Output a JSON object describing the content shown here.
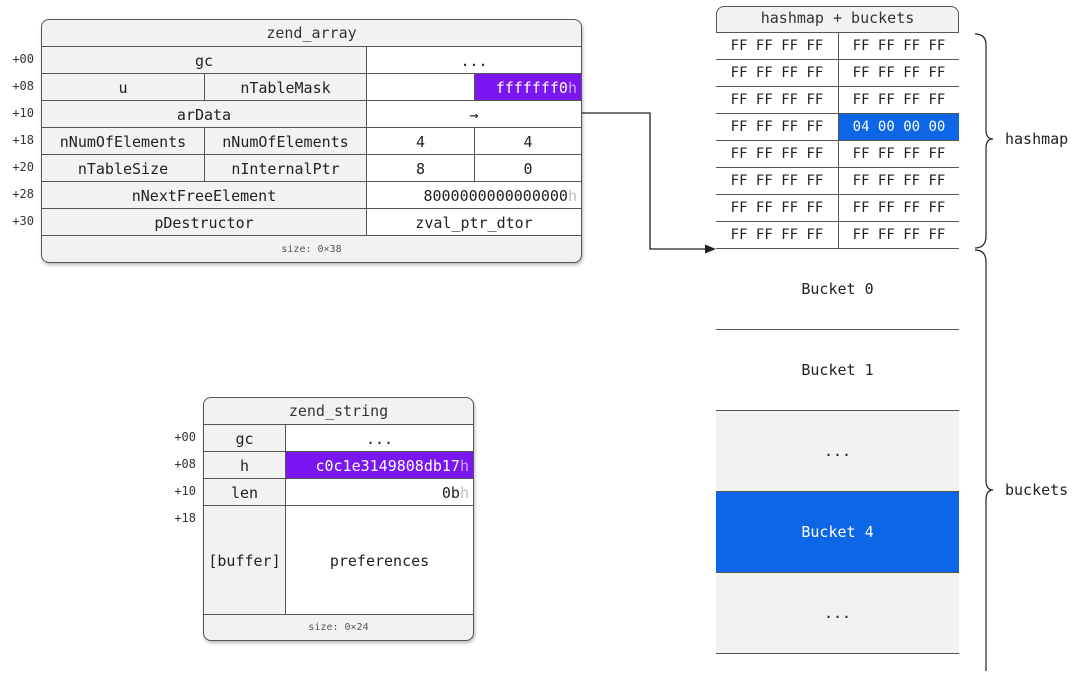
{
  "zend_array": {
    "title": "zend_array",
    "offsets": [
      "+00",
      "+08",
      "+10",
      "+18",
      "+20",
      "+28",
      "+30"
    ],
    "gc_label": "gc",
    "gc_value": "...",
    "u_label": "u",
    "ntablemask_label": "nTableMask",
    "ntablemask_value": "fffffff0",
    "ntablemask_suffix": "h",
    "ardata_label": "arData",
    "ardata_value": "→",
    "nnumofelements_label_1": "nNumOfElements",
    "nnumofelements_label_2": "nNumOfElements",
    "nnumofelements_value_1": "4",
    "nnumofelements_value_2": "4",
    "ntablesize_label": "nTableSize",
    "ninternalptr_label": "nInternalPtr",
    "ntablesize_value": "8",
    "ninternalptr_value": "0",
    "nnextfree_label": "nNextFreeElement",
    "nnextfree_value": "8000000000000000",
    "nnextfree_suffix": "h",
    "pdestructor_label": "pDestructor",
    "pdestructor_value": "zval_ptr_dtor",
    "size": "size: 0×38"
  },
  "zend_string": {
    "title": "zend_string",
    "offsets": [
      "+00",
      "+08",
      "+10",
      "+18"
    ],
    "gc_label": "gc",
    "gc_value": "...",
    "h_label": "h",
    "h_value": "c0c1e3149808db17",
    "h_suffix": "h",
    "len_label": "len",
    "len_value": "0b",
    "len_suffix": "h",
    "buffer_label": "[buffer]",
    "buffer_value": "preferences",
    "size": "size: 0×24"
  },
  "hashmap": {
    "title": "hashmap + buckets",
    "rows": [
      {
        "left": "FF FF FF FF",
        "right": "FF FF FF FF",
        "highlight": false
      },
      {
        "left": "FF FF FF FF",
        "right": "FF FF FF FF",
        "highlight": false
      },
      {
        "left": "FF FF FF FF",
        "right": "FF FF FF FF",
        "highlight": false
      },
      {
        "left": "FF FF FF FF",
        "right": "04 00 00 00",
        "highlight": true
      },
      {
        "left": "FF FF FF FF",
        "right": "FF FF FF FF",
        "highlight": false
      },
      {
        "left": "FF FF FF FF",
        "right": "FF FF FF FF",
        "highlight": false
      },
      {
        "left": "FF FF FF FF",
        "right": "FF FF FF FF",
        "highlight": false
      },
      {
        "left": "FF FF FF FF",
        "right": "FF FF FF FF",
        "highlight": false
      }
    ],
    "buckets": [
      {
        "label": "Bucket 0",
        "style": "white"
      },
      {
        "label": "Bucket 1",
        "style": "white"
      },
      {
        "label": "...",
        "style": "gray"
      },
      {
        "label": "Bucket 4",
        "style": "blue"
      },
      {
        "label": "...",
        "style": "gray"
      }
    ],
    "hashmap_label": "hashmap",
    "buckets_label": "buckets"
  },
  "colors": {
    "purple_highlight": "#7a16f0",
    "blue_highlight": "#0d66e6",
    "gray_fill": "#f2f2f2"
  }
}
